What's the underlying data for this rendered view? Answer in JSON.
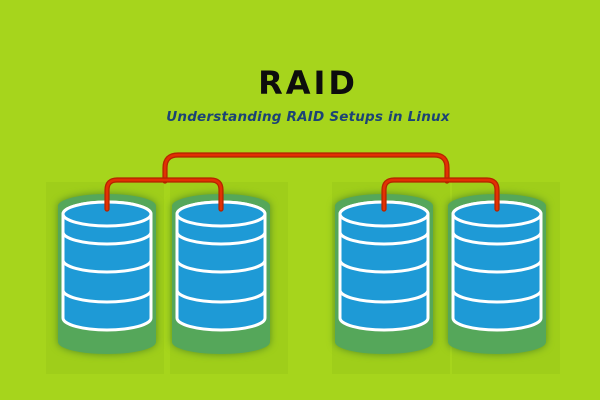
{
  "header": {
    "title": "RAID",
    "subtitle": "Understanding RAID Setups in Linux"
  },
  "colors": {
    "background": "#a6d51c",
    "title_text": "#0d0d0d",
    "subtitle_text": "#1c4375",
    "connector_red": "#e23103",
    "connector_red_dark": "#b52500",
    "disk_blue": "#1e9ad6",
    "disk_green": "#55a75a",
    "disk_outline": "#ffffff",
    "tile_tint": "rgba(35,70,0,0.05)"
  },
  "diagram": {
    "disk_count": 4,
    "disks": [
      {
        "id": "disk-1",
        "icon": "database-cylinder-icon",
        "group": 1
      },
      {
        "id": "disk-2",
        "icon": "database-cylinder-icon",
        "group": 1
      },
      {
        "id": "disk-3",
        "icon": "database-cylinder-icon",
        "group": 2
      },
      {
        "id": "disk-4",
        "icon": "database-cylinder-icon",
        "group": 2
      }
    ],
    "groups": [
      {
        "id": "group-1",
        "disks": [
          "disk-1",
          "disk-2"
        ]
      },
      {
        "id": "group-2",
        "disks": [
          "disk-3",
          "disk-4"
        ]
      }
    ],
    "topology": "root connector splits into two group connectors, each joining a pair of disks"
  }
}
